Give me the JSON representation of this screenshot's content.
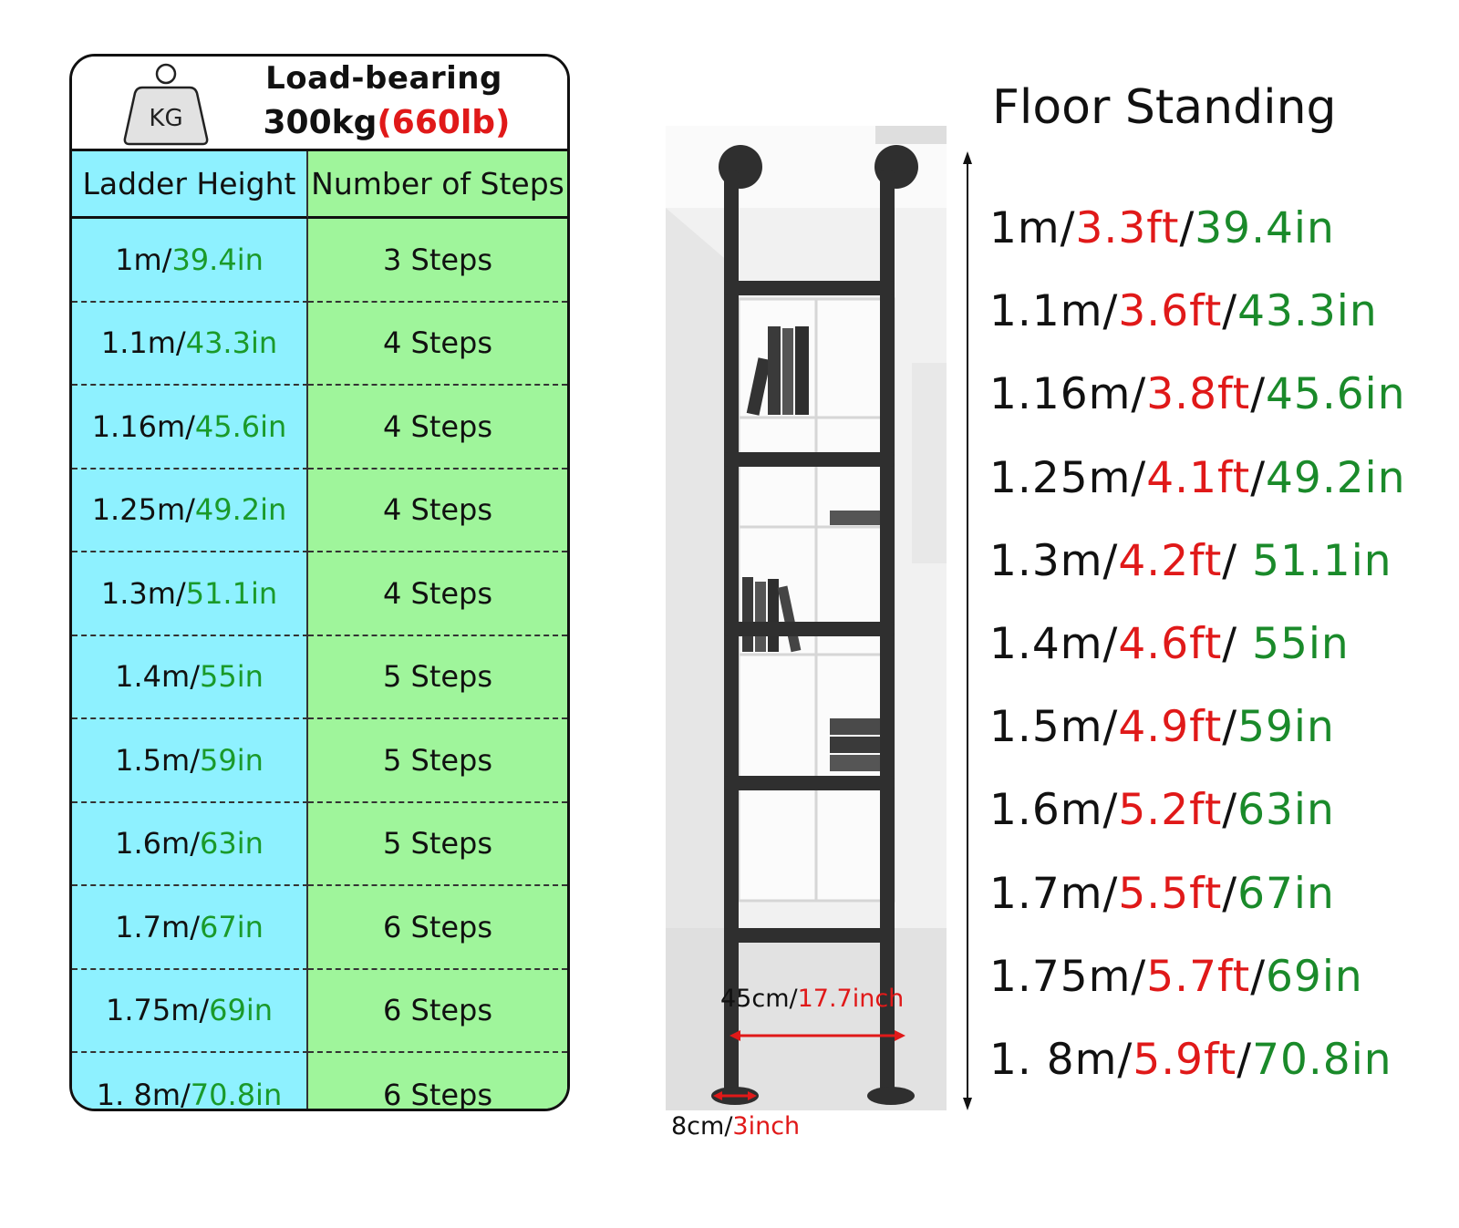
{
  "load_card": {
    "weight_icon_label": "KG",
    "title": "Load-bearing",
    "capacity_kg": "300kg",
    "capacity_lb": "(660lb)"
  },
  "table": {
    "headers": [
      "Ladder Height",
      "Number of Steps"
    ],
    "rows": [
      {
        "metric": "1m/",
        "inches": "39.4in",
        "steps": "3 Steps"
      },
      {
        "metric": "1.1m/",
        "inches": "43.3in",
        "steps": "4 Steps"
      },
      {
        "metric": "1.16m/",
        "inches": "45.6in",
        "steps": "4 Steps"
      },
      {
        "metric": "1.25m/",
        "inches": "49.2in",
        "steps": "4 Steps"
      },
      {
        "metric": "1.3m/",
        "inches": "51.1in",
        "steps": "4 Steps"
      },
      {
        "metric": "1.4m/ ",
        "inches": "55in",
        "steps": "5 Steps"
      },
      {
        "metric": "1.5m/",
        "inches": "59in",
        "steps": "5 Steps"
      },
      {
        "metric": "1.6m/",
        "inches": "63in",
        "steps": "5 Steps"
      },
      {
        "metric": "1.7m/",
        "inches": "67in",
        "steps": "6 Steps"
      },
      {
        "metric": "1.75m/",
        "inches": "69in",
        "steps": "6 Steps"
      },
      {
        "metric": "1. 8m/",
        "inches": "70.8in",
        "steps": "6 Steps"
      }
    ]
  },
  "ladder": {
    "width_cm": "45cm/",
    "width_in": "17.7inch",
    "foot_cm": "8cm/",
    "foot_in": "3inch"
  },
  "floor_standing": {
    "title": "Floor Standing",
    "heights": [
      {
        "m": "1m/",
        "ft": "3.3ft",
        "sep": "/",
        "in": "39.4in"
      },
      {
        "m": "1.1m/",
        "ft": "3.6ft",
        "sep": "/",
        "in": "43.3in"
      },
      {
        "m": "1.16m/",
        "ft": "3.8ft",
        "sep": "/",
        "in": "45.6in"
      },
      {
        "m": "1.25m/",
        "ft": "4.1ft",
        "sep": "/",
        "in": "49.2in"
      },
      {
        "m": "1.3m/",
        "ft": "4.2ft",
        "sep": "/ ",
        "in": "51.1in"
      },
      {
        "m": "1.4m/",
        "ft": "4.6ft",
        "sep": "/ ",
        "in": "55in"
      },
      {
        "m": "1.5m/",
        "ft": "4.9ft",
        "sep": "/",
        "in": "59in"
      },
      {
        "m": "1.6m/",
        "ft": "5.2ft",
        "sep": "/",
        "in": "63in"
      },
      {
        "m": "1.7m/",
        "ft": "5.5ft",
        "sep": "/",
        "in": "67in"
      },
      {
        "m": "1.75m/",
        "ft": "5.7ft",
        "sep": "/",
        "in": "69in"
      },
      {
        "m": "1. 8m/",
        "ft": "5.9ft",
        "sep": "/",
        "in": "70.8in"
      }
    ]
  },
  "colors": {
    "height_column": "#8ef1ff",
    "steps_column": "#9ff59b",
    "accent_red": "#e01919",
    "accent_green": "#1a9a2a"
  }
}
